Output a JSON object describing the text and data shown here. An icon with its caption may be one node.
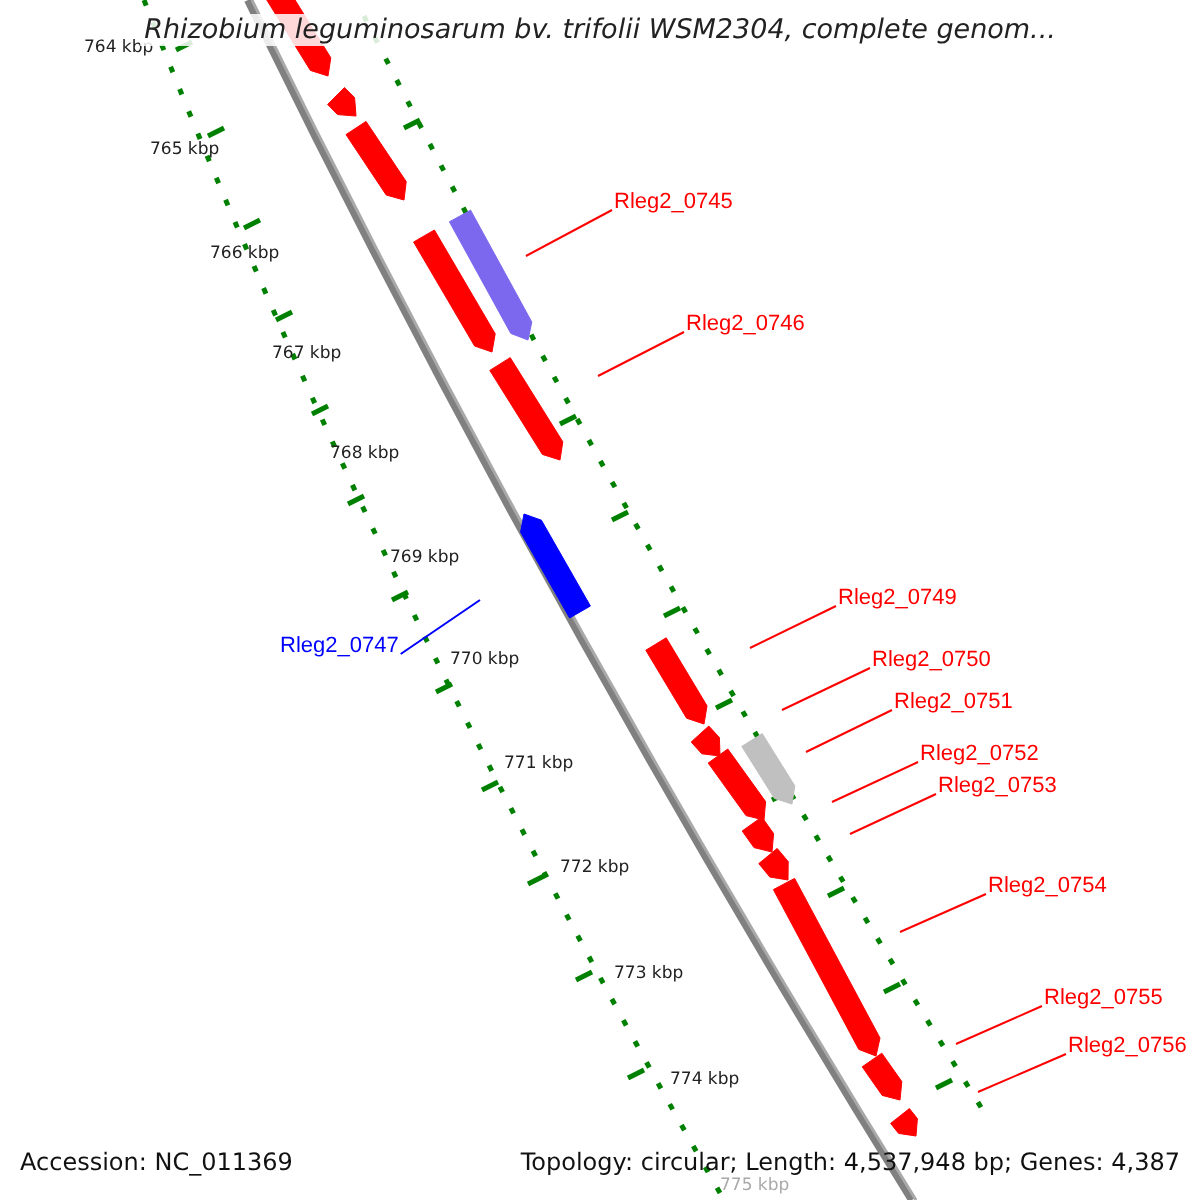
{
  "diagram": {
    "title": "Rhizobium leguminosarum bv. trifolii WSM2304, complete genom...",
    "nodes": [
      {
        "text": [
          "Rleg2_0745"
        ]
      },
      {
        "text": [
          "Rleg2_0746"
        ]
      },
      {
        "text": [
          "Rleg2_0749"
        ]
      },
      {
        "text": [
          "Rleg2_0747"
        ]
      },
      {
        "text": [
          "Rleg2_0750"
        ]
      },
      {
        "text": [
          "Rleg2_0751"
        ]
      },
      {
        "text": [
          "Rleg2_0752"
        ]
      },
      {
        "text": [
          "Rleg2_0753"
        ]
      },
      {
        "text": [
          "Rleg2_0754"
        ]
      },
      {
        "text": [
          "Rleg2_0755"
        ]
      },
      {
        "text": [
          "Rleg2_0756"
        ]
      }
    ],
    "edges": [
      {
        "from": 0,
        "to": null,
        "arrow": "none"
      },
      {
        "from": 1,
        "to": null,
        "arrow": "none"
      },
      {
        "from": 2,
        "to": null,
        "arrow": "none"
      },
      {
        "from": 3,
        "to": null,
        "arrow": "none",
        "color": "#0000ff"
      },
      {
        "from": 4,
        "to": null,
        "arrow": "none"
      },
      {
        "from": 5,
        "to": null,
        "arrow": "none"
      },
      {
        "from": 6,
        "to": null,
        "arrow": "none"
      },
      {
        "from": 7,
        "to": null,
        "arrow": "none"
      },
      {
        "from": 8,
        "to": null,
        "arrow": "none"
      },
      {
        "from": 9,
        "to": null,
        "arrow": "none"
      },
      {
        "from": 10,
        "to": null,
        "arrow": "none"
      }
    ],
    "labels": [
      "764 kbp",
      "765 kbp",
      "766 kbp",
      "767 kbp",
      "768 kbp",
      "769 kbp",
      "770 kbp",
      "771 kbp",
      "772 kbp",
      "773 kbp",
      "774 kbp",
      "Accession: NC_011369",
      "Topology: circular; Length: 4,537,948 bp; Genes: 4,387",
      "775 kbp"
    ]
  }
}
